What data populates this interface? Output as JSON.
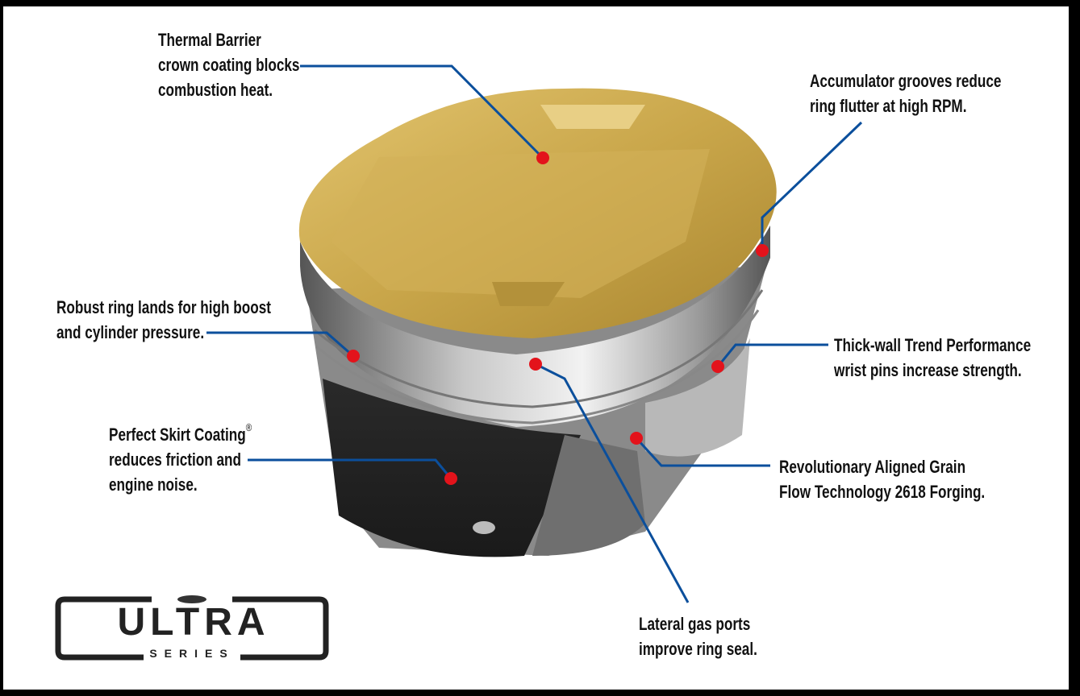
{
  "callouts": [
    {
      "id": "thermal-barrier",
      "lines": [
        "Thermal Barrier",
        "crown coating blocks",
        "combustion heat."
      ]
    },
    {
      "id": "accumulator-grooves",
      "lines": [
        "Accumulator grooves reduce",
        "ring flutter at high RPM."
      ]
    },
    {
      "id": "ring-lands",
      "lines": [
        "Robust ring lands for high boost",
        "and cylinder pressure."
      ]
    },
    {
      "id": "wrist-pins",
      "lines": [
        "Thick-wall Trend Performance",
        "wrist pins increase strength."
      ]
    },
    {
      "id": "skirt-coating",
      "lines": [
        "Perfect Skirt Coating",
        "reduces friction and",
        "engine noise."
      ],
      "mark": "®"
    },
    {
      "id": "grain-flow",
      "lines": [
        "Revolutionary Aligned Grain",
        "Flow Technology 2618 Forging."
      ]
    },
    {
      "id": "gas-ports",
      "lines": [
        "Lateral gas ports",
        "improve ring seal."
      ]
    }
  ],
  "logo": {
    "word": "ULTRA",
    "subtitle": "SERIES"
  },
  "colors": {
    "leader": "#0b4f9c",
    "dot": "#e3131b",
    "crown": "#c9a64a",
    "body": "#4a4a4a",
    "frame": "#000000"
  }
}
